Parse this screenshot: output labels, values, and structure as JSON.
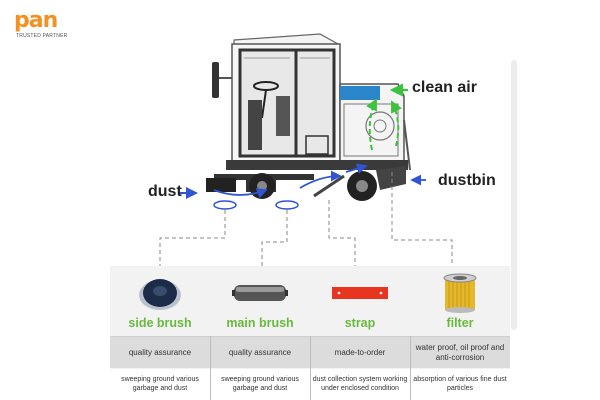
{
  "brand": {
    "logo_text": "pan",
    "logo_tagline": "TRUSTED PARTNER",
    "accent": "#f39222"
  },
  "diagram": {
    "labels": {
      "clean_air": "clean air",
      "dust": "dust",
      "dustbin": "dustbin"
    },
    "arrow_colors": {
      "dust_flow": "#2f55d4",
      "air_flow": "#3cc23c"
    }
  },
  "components": [
    {
      "name": "side brush",
      "feature": "quality assurance",
      "description": "sweeping ground various garbage and dust"
    },
    {
      "name": "main brush",
      "feature": "quality assurance",
      "description": "sweeping ground various garbage and dust"
    },
    {
      "name": "strap",
      "feature": "made-to-order",
      "description": "dust collection system working under enclosed condition"
    },
    {
      "name": "filter",
      "feature": "water proof, oil proof and anti-corrosion",
      "description": "absorption of various fine dust particles"
    }
  ],
  "colors": {
    "title_green": "#69b93d",
    "panel_bg": "#f2f2f2",
    "feature_bg": "#dcdcdc"
  }
}
